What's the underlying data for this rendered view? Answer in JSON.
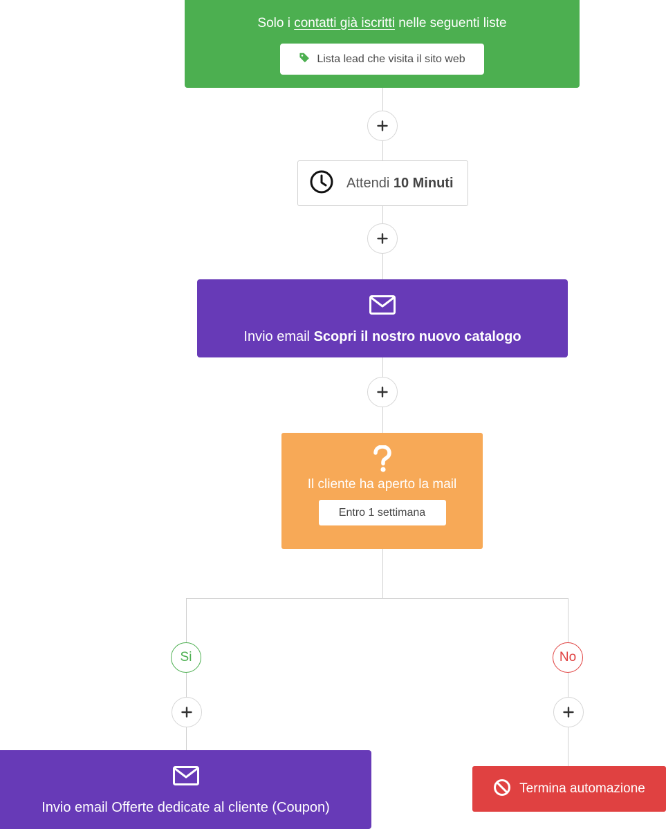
{
  "trigger": {
    "text_before": "Solo i",
    "link_text": "contatti già iscritti",
    "text_after": "nelle seguenti liste",
    "list_name": "Lista lead che visita il sito web",
    "color": "#4caf50"
  },
  "wait": {
    "prefix": "Attendi",
    "duration": "10 Minuti"
  },
  "email1": {
    "prefix": "Invio email",
    "subject": "Scopri il nostro nuovo catalogo",
    "color": "#673ab7"
  },
  "condition": {
    "question": "Il cliente ha aperto la mail",
    "timeframe": "Entro 1 settimana",
    "color": "#f7a957"
  },
  "branches": {
    "yes_label": "Si",
    "no_label": "No",
    "yes_color": "#4caf50",
    "no_color": "#e0403f"
  },
  "email2": {
    "text": "Invio email Offerte dedicate al cliente (Coupon)"
  },
  "end": {
    "label": "Termina automazione",
    "color": "#e04141"
  },
  "icons": {
    "tag": "tag-icon",
    "clock": "clock-icon",
    "envelope": "envelope-icon",
    "question": "question-mark-icon",
    "plus": "plus-icon",
    "ban": "ban-icon"
  }
}
